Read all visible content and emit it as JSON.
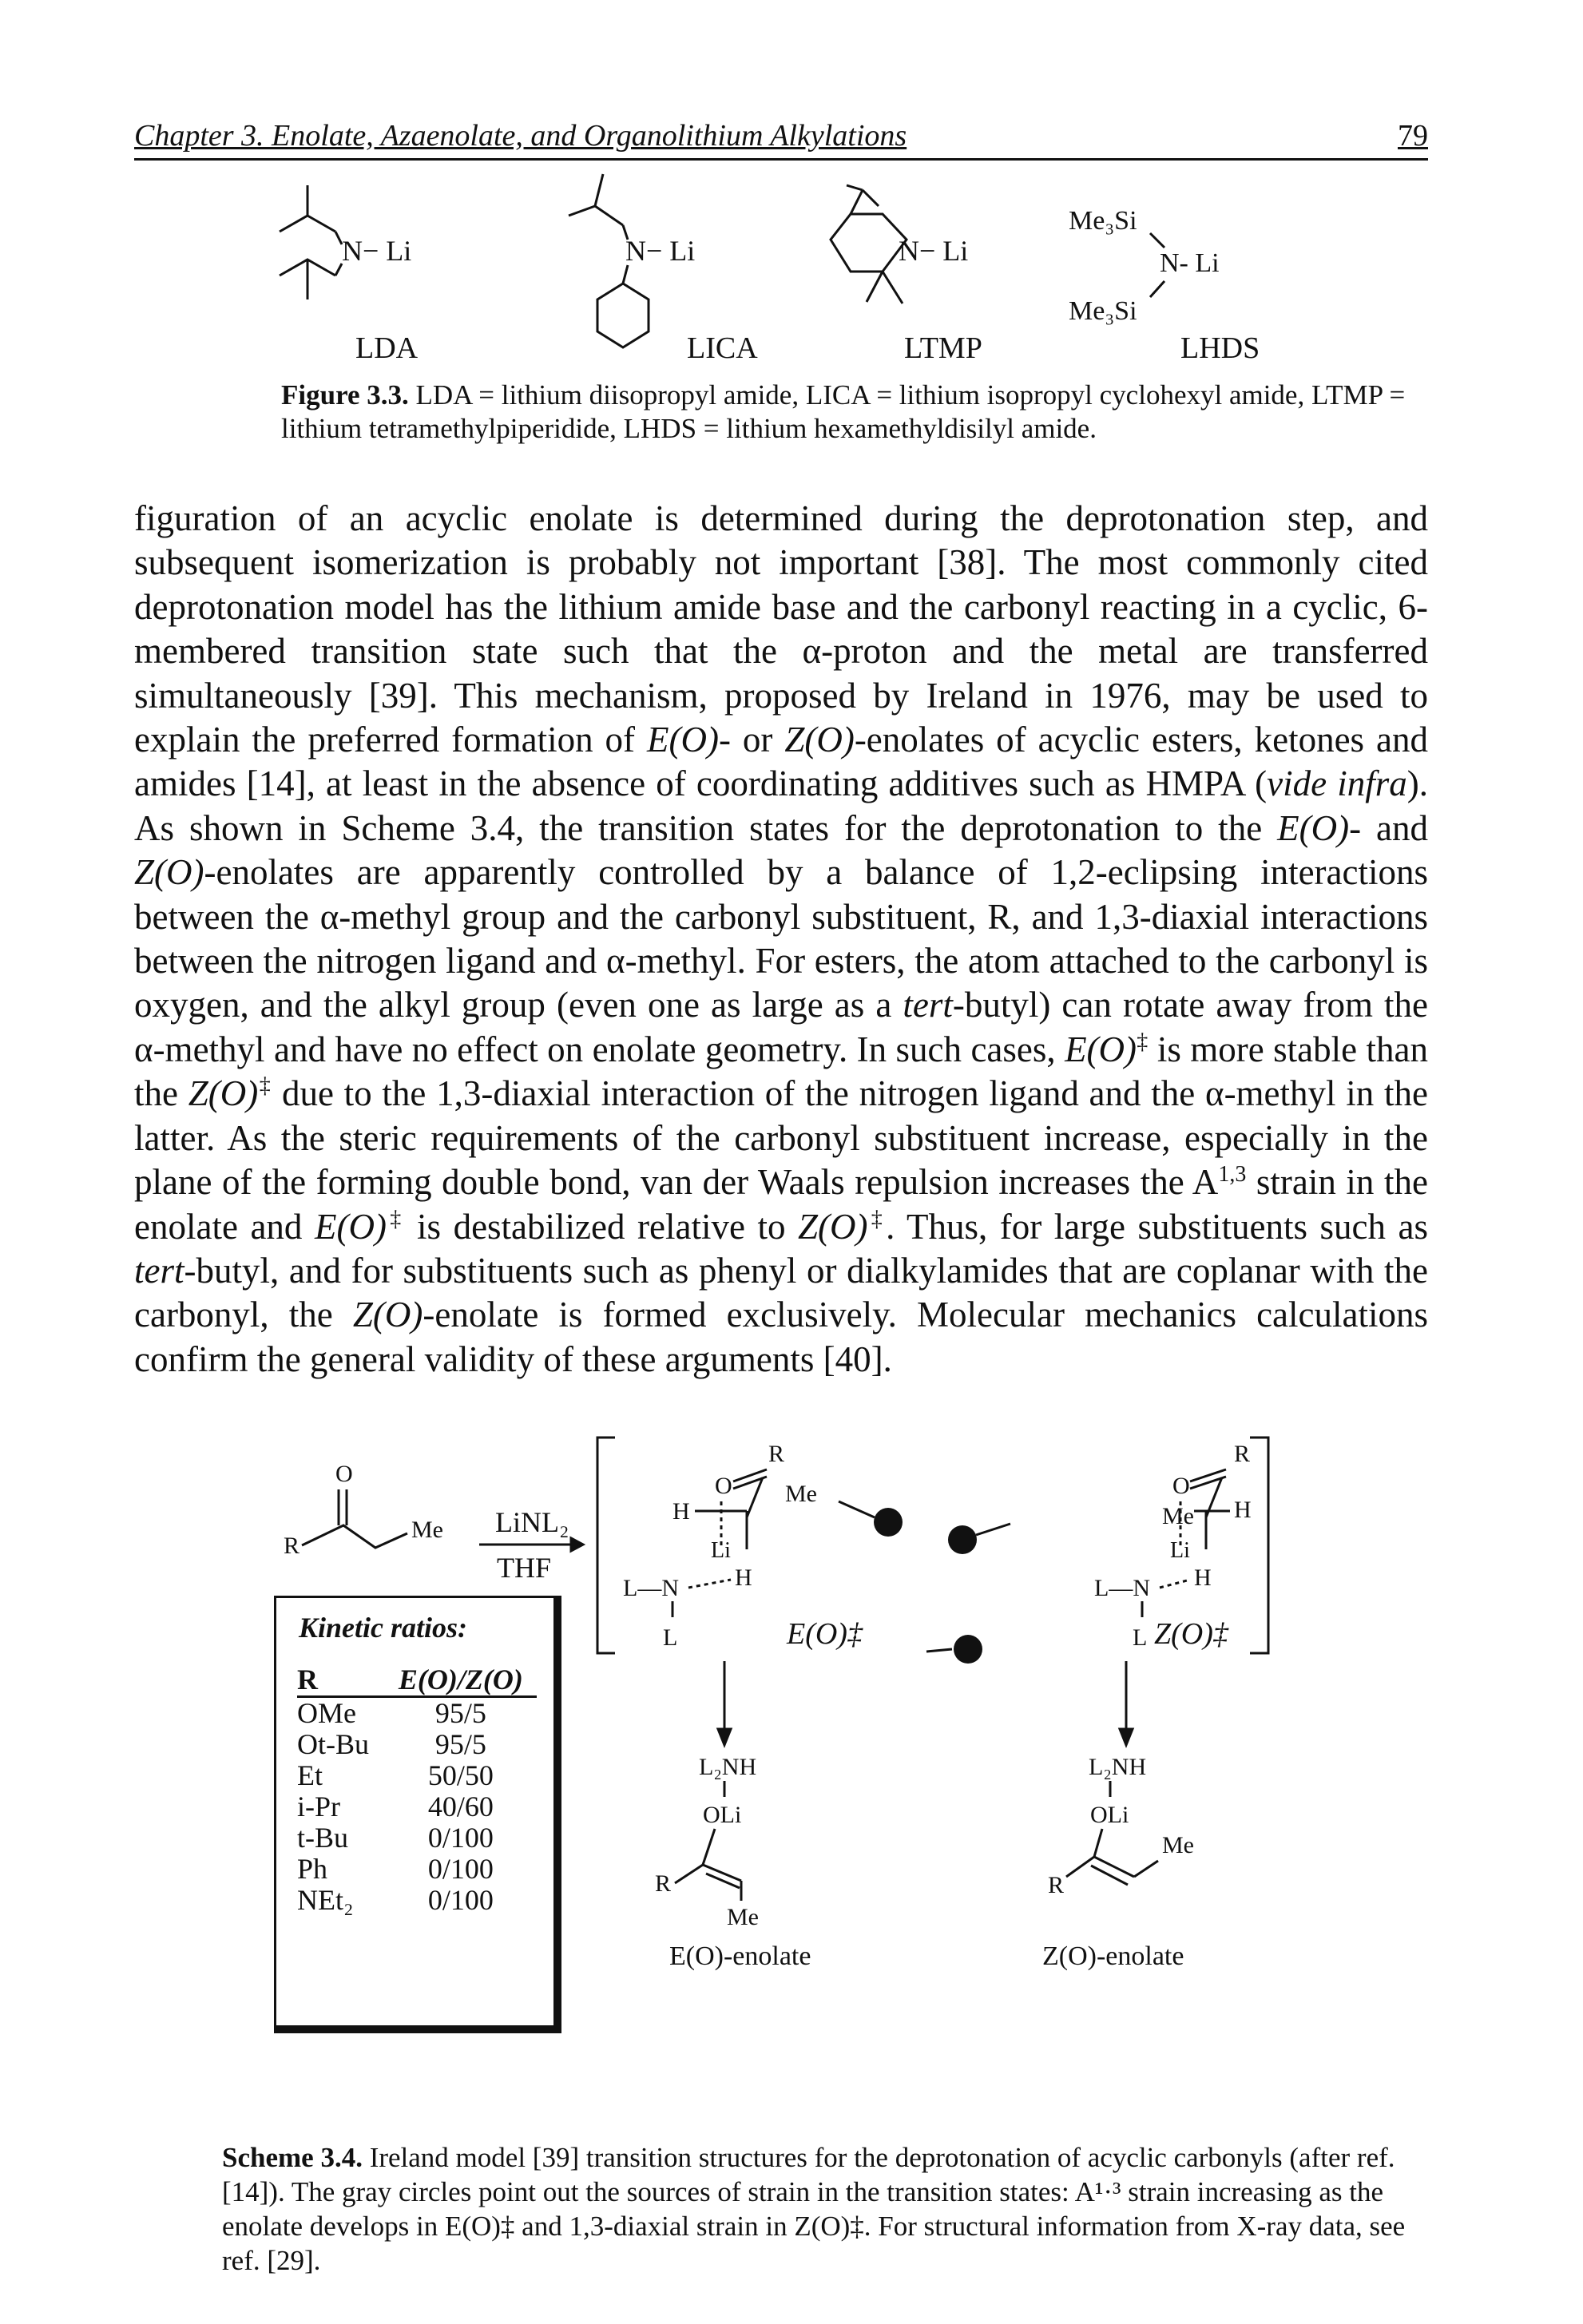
{
  "header": {
    "chapter_title": "Chapter 3. Enolate, Azaenolate, and Organolithium Alkylations",
    "page_number": "79"
  },
  "figure_3_3": {
    "structures": [
      {
        "label": "LDA",
        "atom": "N− Li"
      },
      {
        "label": "LICA",
        "atom": "N− Li"
      },
      {
        "label": "LTMP",
        "atom": "N− Li"
      },
      {
        "label": "LHDS",
        "atom": "N- Li",
        "silyl_top": "Me₃Si",
        "silyl_bottom": "Me₃Si"
      }
    ],
    "caption_label": "Figure 3.3.",
    "caption_text": " LDA = lithium diisopropyl amide, LICA = lithium isopropyl cyclohexyl amide, LTMP = lithium tetramethylpiperidide, LHDS = lithium hexamethyldisilyl amide."
  },
  "body": {
    "p1": "figuration of an acyclic enolate is determined during the deprotonation step, and subsequent isomerization is probably not important [38]. The most commonly cited deprotonation model has the lithium amide base and the carbonyl reacting in a cyclic, 6-membered transition state such that the α-proton and the metal are transferred simultaneously [39]. This mechanism, proposed by Ireland in 1976, may be used to explain the preferred formation of ",
    "e_o": "E(O)",
    "p2": "- or ",
    "z_o": "Z(O)",
    "p3": "-enolates of acyclic esters, ketones and amides [14], at least in the absence of coordinating additives such as HMPA (",
    "vide_infra": "vide infra",
    "p4": "). As shown in Scheme 3.4, the transition states for the deprotonation to the ",
    "e_o_2": "E(O)",
    "p5": "- and ",
    "z_o_2": "Z(O)",
    "p6": "-enolates are apparently controlled by a balance of 1,2-eclipsing interactions between the α-methyl group and the carbonyl substituent, R, and 1,3-diaxial interactions between the nitrogen ligand and α-methyl. For esters, the atom attached to the carbonyl is oxygen, and the alkyl group (even one as large as a ",
    "tert": "tert",
    "p7": "-butyl) can rotate away from the α-methyl and have no effect on enolate geometry. In such cases, ",
    "e_ts": "E(O)",
    "dagger": "‡",
    "p8": " is more stable than the ",
    "z_ts": "Z(O)",
    "p9": " due to the 1,3-diaxial interaction of the nitrogen ligand and the α-methyl in the latter. As the steric requirements of the carbonyl substituent increase, especially in the plane of the forming double bond, van der Waals repulsion increases the A",
    "a13": "1,3",
    "p10": " strain in the enolate and ",
    "p11": " is destabilized relative to ",
    "p12": ". Thus, for large substituents such as ",
    "p13": "-butyl, and for substituents such as phenyl or dialkylamides that are coplanar with the carbonyl, the ",
    "p14": "-enolate is formed exclusively. Molecular mechanics calculations confirm the general validity of these arguments [40]."
  },
  "scheme_3_4": {
    "reagent_top": "LiNL₂",
    "reagent_bottom": "THF",
    "substrate": {
      "o": "O",
      "r": "R",
      "me": "Me"
    },
    "ts_e_label": "E(O)‡",
    "ts_z_label": "Z(O)‡",
    "atoms": {
      "o": "O",
      "r": "R",
      "me": "Me",
      "h": "H",
      "li": "Li",
      "l": "L",
      "n": "L—N",
      "l2nh": "L₂NH",
      "oli": "OLi"
    },
    "product_e": "E(O)-enolate",
    "product_z": "Z(O)-enolate",
    "strain_circle_color": "#111111",
    "kinetic_ratios": {
      "title": "Kinetic ratios:",
      "headers": [
        "R",
        "E(O)/Z(O)"
      ],
      "rows": [
        [
          "OMe",
          "95/5"
        ],
        [
          "Ot-Bu",
          "95/5"
        ],
        [
          "Et",
          "50/50"
        ],
        [
          "i-Pr",
          "40/60"
        ],
        [
          "t-Bu",
          "0/100"
        ],
        [
          "Ph",
          "0/100"
        ],
        [
          "NEt₂",
          "0/100"
        ]
      ]
    },
    "caption_label": "Scheme 3.4.",
    "caption_text": " Ireland model [39] transition structures for the deprotonation of acyclic carbonyls (after ref. [14]). The gray circles point out the sources of strain in the transition states: A¹·³ strain increasing as the enolate develops in E(O)‡ and 1,3-diaxial strain in Z(O)‡. For structural information from X-ray data, see ref. [29]."
  }
}
